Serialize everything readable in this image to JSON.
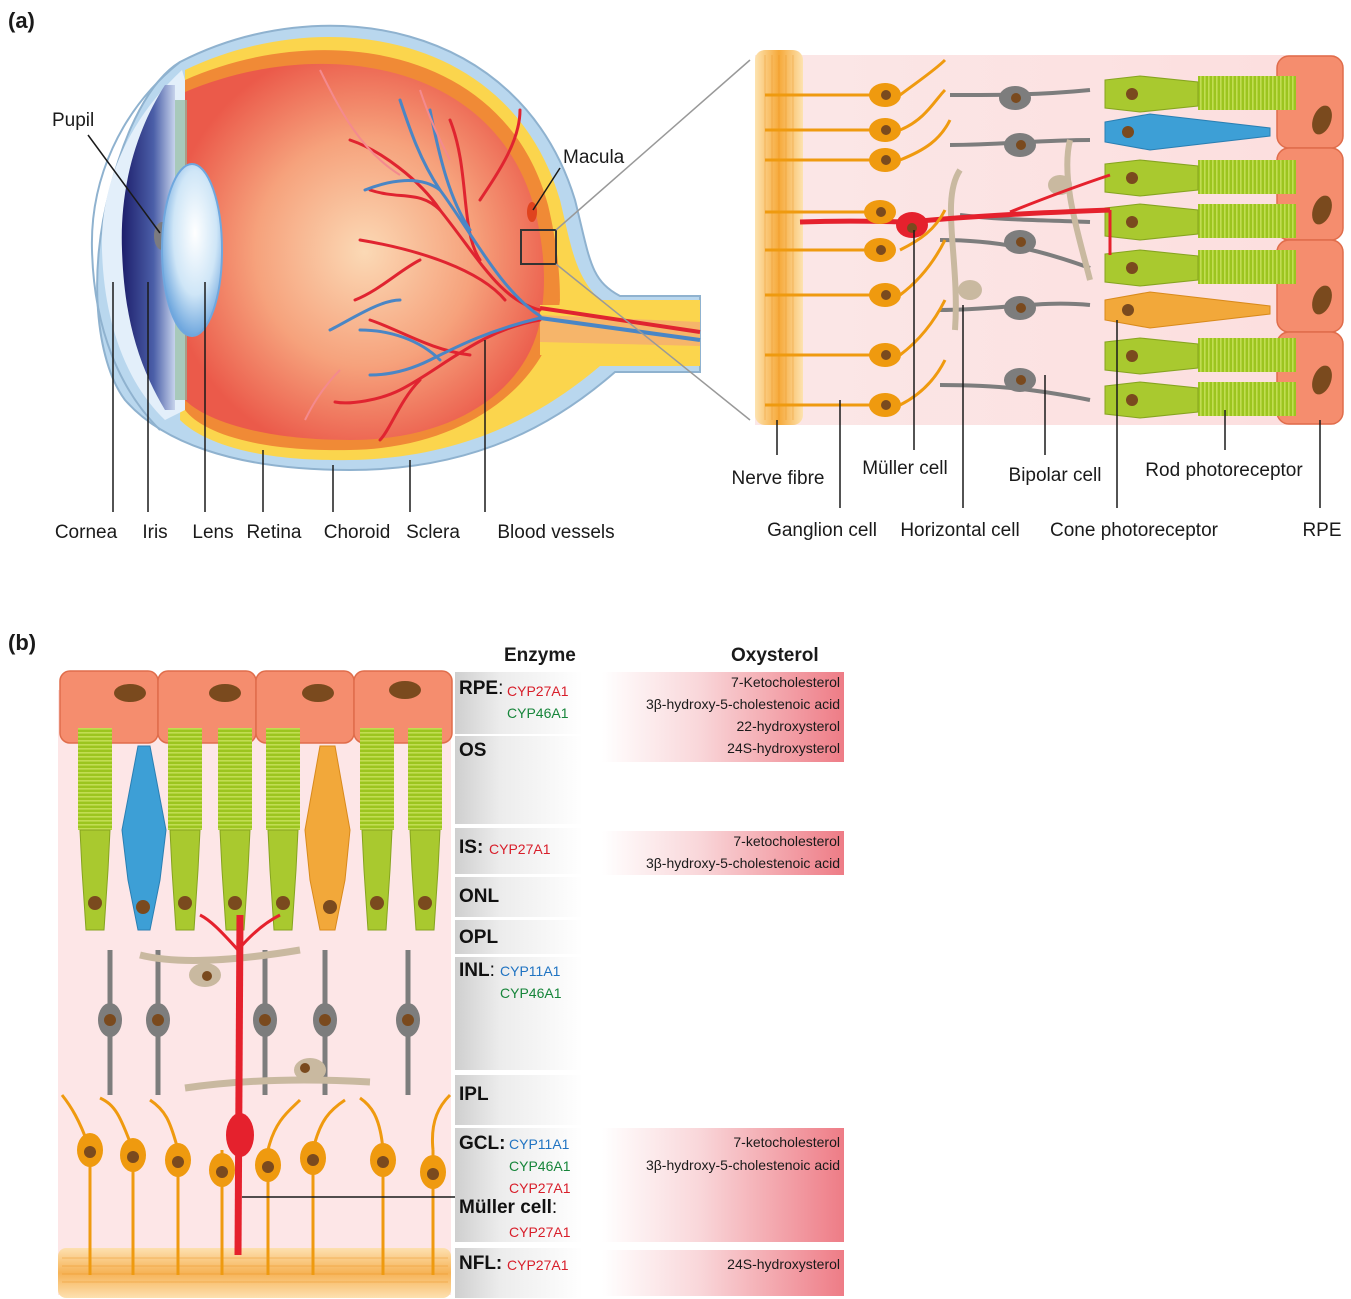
{
  "panel_a": {
    "tag": "(a)",
    "eye_labels": {
      "pupil": "Pupil",
      "macula": "Macula",
      "cornea": "Cornea",
      "iris": "Iris",
      "lens": "Lens",
      "retina": "Retina",
      "choroid": "Choroid",
      "sclera": "Sclera",
      "blood_vessels": "Blood vessels"
    },
    "retina_labels": {
      "nerve_fibre": "Nerve fibre",
      "ganglion_cell": "Ganglion cell",
      "muller_cell": "Müller cell",
      "horizontal_cell": "Horizontal cell",
      "bipolar_cell": "Bipolar cell",
      "cone_photoreceptor": "Cone photoreceptor",
      "rod_photoreceptor": "Rod photoreceptor",
      "rpe": "RPE"
    }
  },
  "panel_b": {
    "tag": "(b)",
    "enzyme_header": "Enzyme",
    "oxysterol_header": "Oxysterol",
    "layers": [
      {
        "name": "RPE",
        "suffix": ":",
        "enzymes": [
          {
            "text": "CYP27A1",
            "color": "red"
          },
          {
            "text": "CYP46A1",
            "color": "green"
          }
        ]
      },
      {
        "name": "OS",
        "suffix": "",
        "enzymes": []
      },
      {
        "name": "IS:",
        "suffix": "",
        "enzymes": [
          {
            "text": "CYP27A1",
            "color": "red"
          }
        ]
      },
      {
        "name": "ONL",
        "suffix": "",
        "enzymes": []
      },
      {
        "name": "OPL",
        "suffix": "",
        "enzymes": []
      },
      {
        "name": "INL",
        "suffix": ":",
        "enzymes": [
          {
            "text": "CYP11A1",
            "color": "blue"
          },
          {
            "text": "CYP46A1",
            "color": "green"
          }
        ]
      },
      {
        "name": "IPL",
        "suffix": "",
        "enzymes": []
      },
      {
        "name": "GCL:",
        "suffix": "",
        "enzymes": [
          {
            "text": "CYP11A1",
            "color": "blue"
          },
          {
            "text": "CYP46A1",
            "color": "green"
          },
          {
            "text": "CYP27A1",
            "color": "red"
          }
        ]
      },
      {
        "name": "Müller cell",
        "suffix": ":",
        "enzymes": [
          {
            "text": "CYP27A1",
            "color": "red"
          }
        ]
      },
      {
        "name": "NFL:",
        "suffix": "",
        "enzymes": [
          {
            "text": "CYP27A1",
            "color": "red"
          }
        ]
      }
    ],
    "oxysterols": {
      "rpe": [
        "7-Ketocholesterol",
        "3β-hydroxy-5-cholestenoic acid",
        "22-hydroxysterol",
        "24S-hydroxysterol"
      ],
      "is": [
        "7-ketocholesterol",
        "3β-hydroxy-5-cholestenoic acid"
      ],
      "gcl": [
        "7-ketocholesterol",
        "3β-hydroxy-5-cholestenoic acid"
      ],
      "nfl": [
        "24S-hydroxysterol"
      ]
    }
  },
  "colors": {
    "rod": "#a9c92f",
    "rod_outer": "#96c21c",
    "cone_blue": "#3d9fd6",
    "cone_orange": "#f2a83a",
    "rpe": "#f58d6e",
    "ganglion": "#ef9a0f",
    "bipolar": "#7d7d7d",
    "horizontal": "#c9b9a0",
    "muller": "#e5212d",
    "nucleus": "#7a4a1e",
    "retina_bg": "#fbe3e4",
    "enzyme_red": "#d81e2a",
    "enzyme_green": "#16853a",
    "enzyme_blue": "#1f73c2"
  }
}
